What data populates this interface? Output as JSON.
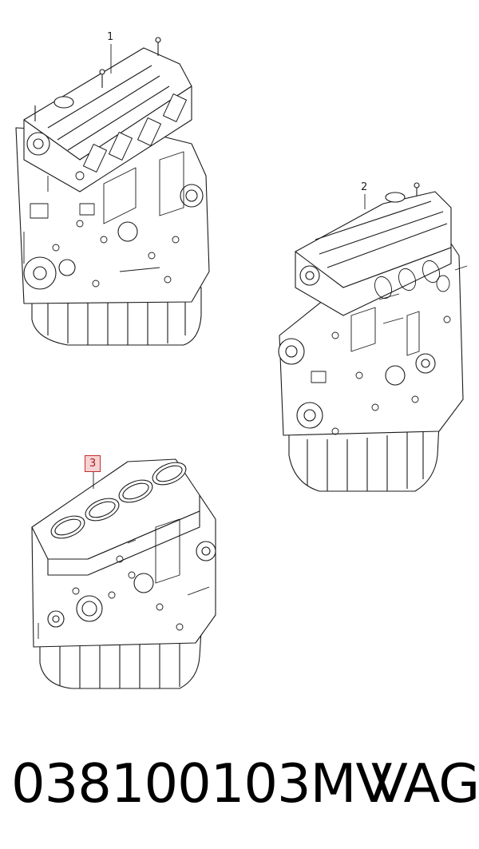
{
  "callouts": [
    {
      "label": "1",
      "highlighted": false
    },
    {
      "label": "2",
      "highlighted": false
    },
    {
      "label": "3",
      "highlighted": true
    }
  ],
  "footer": {
    "part_number": "038100103MV",
    "brand": "VAG"
  },
  "colors": {
    "line": "#1a1a1a",
    "highlight_border": "#c03030",
    "highlight_fill": "#f7d2d2"
  },
  "icons": [
    "engine-assembly-illustration-1",
    "engine-assembly-illustration-2",
    "cylinder-block-illustration"
  ]
}
